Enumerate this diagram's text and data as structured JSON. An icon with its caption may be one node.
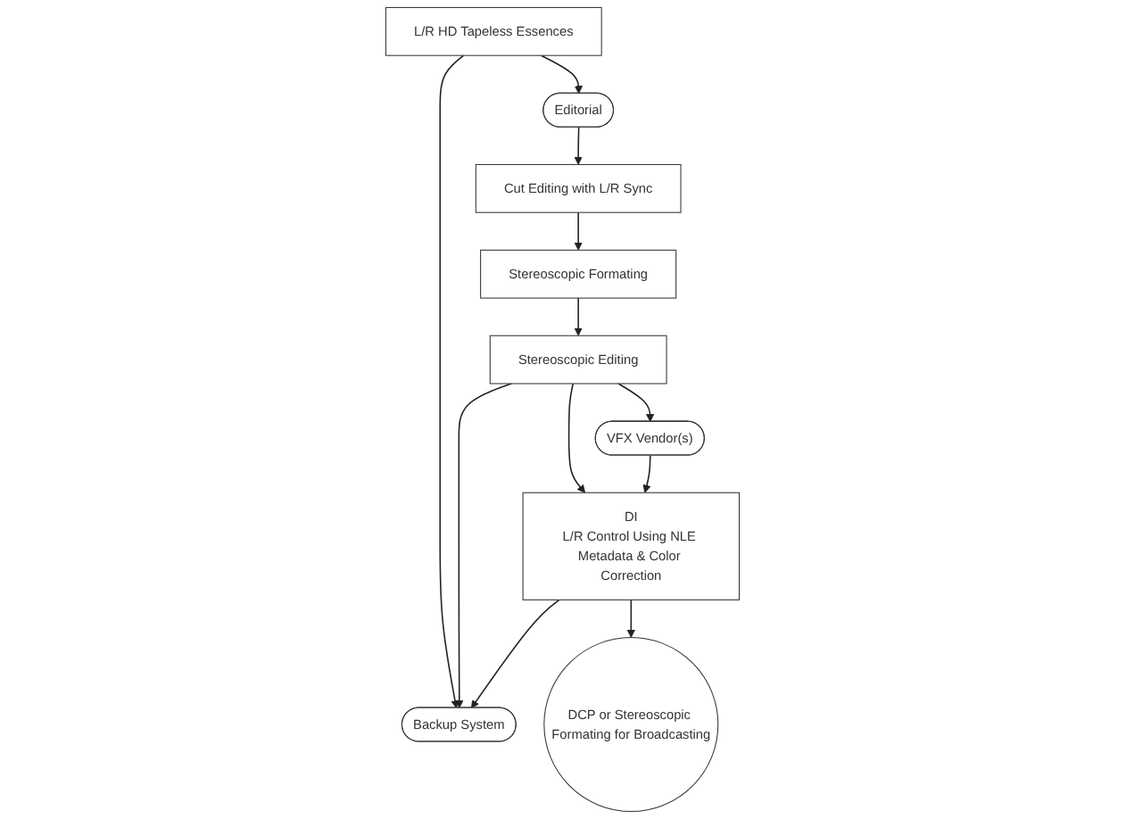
{
  "diagram": {
    "nodes": [
      {
        "text": [
          "L/R HD Tapeless Essences"
        ]
      },
      {
        "text": [
          "Editorial"
        ]
      },
      {
        "text": [
          "Cut Editing with L/R Sync"
        ]
      },
      {
        "text": [
          "Stereoscopic Formating"
        ]
      },
      {
        "text": [
          "Stereoscopic Editing"
        ]
      },
      {
        "text": [
          "VFX Vendor(s)"
        ]
      },
      {
        "text": [
          "Backup System"
        ]
      },
      {
        "text": [
          "DI",
          "L/R Control Using NLE Metadata & Color Correction"
        ]
      },
      {
        "text": [
          "DCP or Stereoscopic Formating for Broadcasting"
        ]
      }
    ],
    "edges": [
      {
        "from": 0,
        "to": 1,
        "arrow": "to"
      },
      {
        "from": 0,
        "to": 6,
        "arrow": "to"
      },
      {
        "from": 1,
        "to": 2,
        "arrow": "to"
      },
      {
        "from": 2,
        "to": 3,
        "arrow": "to"
      },
      {
        "from": 3,
        "to": 4,
        "arrow": "to"
      },
      {
        "from": 4,
        "to": 6,
        "arrow": "to"
      },
      {
        "from": 4,
        "to": 7,
        "arrow": "to"
      },
      {
        "from": 4,
        "to": 5,
        "arrow": "to"
      },
      {
        "from": 5,
        "to": 7,
        "arrow": "to"
      },
      {
        "from": 7,
        "to": 6,
        "arrow": "to"
      },
      {
        "from": 7,
        "to": 8,
        "arrow": "to"
      }
    ]
  }
}
